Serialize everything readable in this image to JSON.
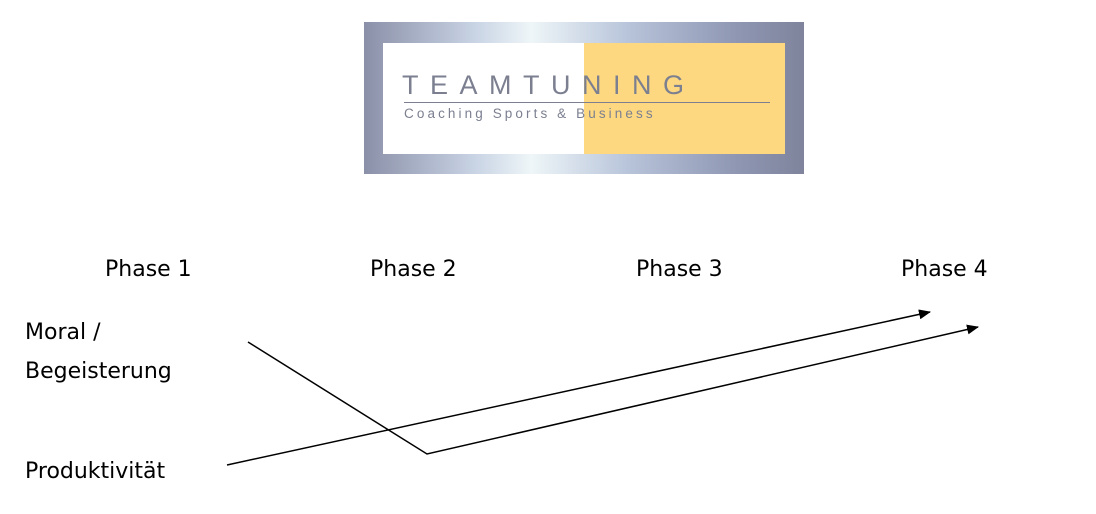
{
  "logo": {
    "title": "TEAMTUNING",
    "subtitle": "Coaching Sports & Business"
  },
  "phases": [
    "Phase 1",
    "Phase 2",
    "Phase 3",
    "Phase 4"
  ],
  "rows": {
    "moral_line1": "Moral /",
    "moral_line2": "Begeisterung",
    "productivity": "Produktivität"
  }
}
